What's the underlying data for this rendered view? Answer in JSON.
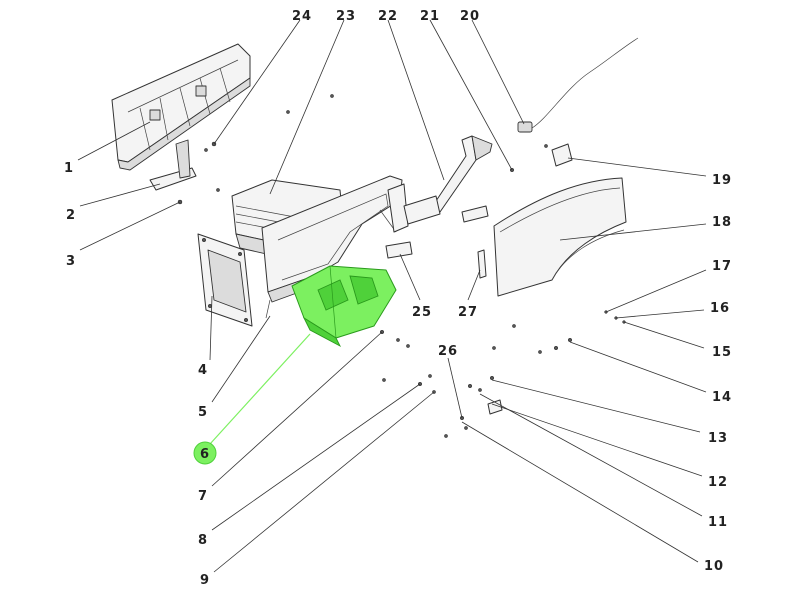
{
  "diagram": {
    "highlight_color": "#7cf060",
    "highlighted_part": "6",
    "callouts": [
      {
        "id": "c1",
        "label": "1"
      },
      {
        "id": "c2",
        "label": "2"
      },
      {
        "id": "c3",
        "label": "3"
      },
      {
        "id": "c4",
        "label": "4"
      },
      {
        "id": "c5",
        "label": "5"
      },
      {
        "id": "c6",
        "label": "6"
      },
      {
        "id": "c7",
        "label": "7"
      },
      {
        "id": "c8",
        "label": "8"
      },
      {
        "id": "c9",
        "label": "9"
      },
      {
        "id": "c10",
        "label": "10"
      },
      {
        "id": "c11",
        "label": "11"
      },
      {
        "id": "c12",
        "label": "12"
      },
      {
        "id": "c13",
        "label": "13"
      },
      {
        "id": "c14",
        "label": "14"
      },
      {
        "id": "c15",
        "label": "15"
      },
      {
        "id": "c16",
        "label": "16"
      },
      {
        "id": "c17",
        "label": "17"
      },
      {
        "id": "c18",
        "label": "18"
      },
      {
        "id": "c19",
        "label": "19"
      },
      {
        "id": "c20",
        "label": "20"
      },
      {
        "id": "c21",
        "label": "21"
      },
      {
        "id": "c22",
        "label": "22"
      },
      {
        "id": "c23",
        "label": "23"
      },
      {
        "id": "c24",
        "label": "24"
      },
      {
        "id": "c25",
        "label": "25"
      },
      {
        "id": "c26",
        "label": "26"
      },
      {
        "id": "c27",
        "label": "27"
      }
    ]
  }
}
